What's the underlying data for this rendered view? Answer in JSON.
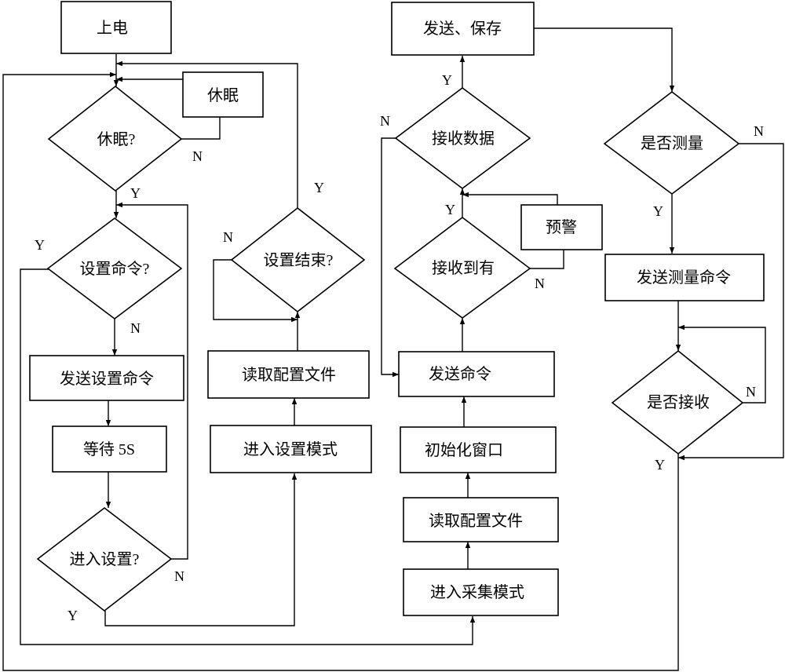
{
  "nodes": {
    "power_on": "上电",
    "sleep_box": "休眠",
    "sleep_q": "休眠?",
    "set_cmd_q": "设置命令?",
    "send_set_cmd": "发送设置命令",
    "wait": "等待 5S",
    "enter_set_q": "进入设置?",
    "set_end_q": "设置结束?",
    "read_config_1": "读取配置文件",
    "enter_set_mode": "进入设置模式",
    "send_save": "发送、保存",
    "recv_data_q": "接收数据",
    "warning_box": "预警",
    "recv_have_q": "接收到有",
    "send_cmd": "发送命令",
    "init_window": "初始化窗口",
    "read_config_2": "读取配置文件",
    "enter_collect_mode": "进入采集模式",
    "measure_q": "是否测量",
    "send_measure_cmd": "发送测量命令",
    "recv_q": "是否接收"
  },
  "labels": {
    "sleep_n": "N",
    "sleep_y": "Y",
    "setcmd_y": "Y",
    "setcmd_n": "N",
    "enterset_n": "N",
    "enterset_y": "Y",
    "setend_y": "Y",
    "setend_n": "N",
    "recvdata_y": "Y",
    "recvdata_n": "N",
    "recvhave_y": "Y",
    "recvhave_n": "N",
    "measure_n": "N",
    "measure_y": "Y",
    "recv_n": "N",
    "recv_y": "Y"
  }
}
